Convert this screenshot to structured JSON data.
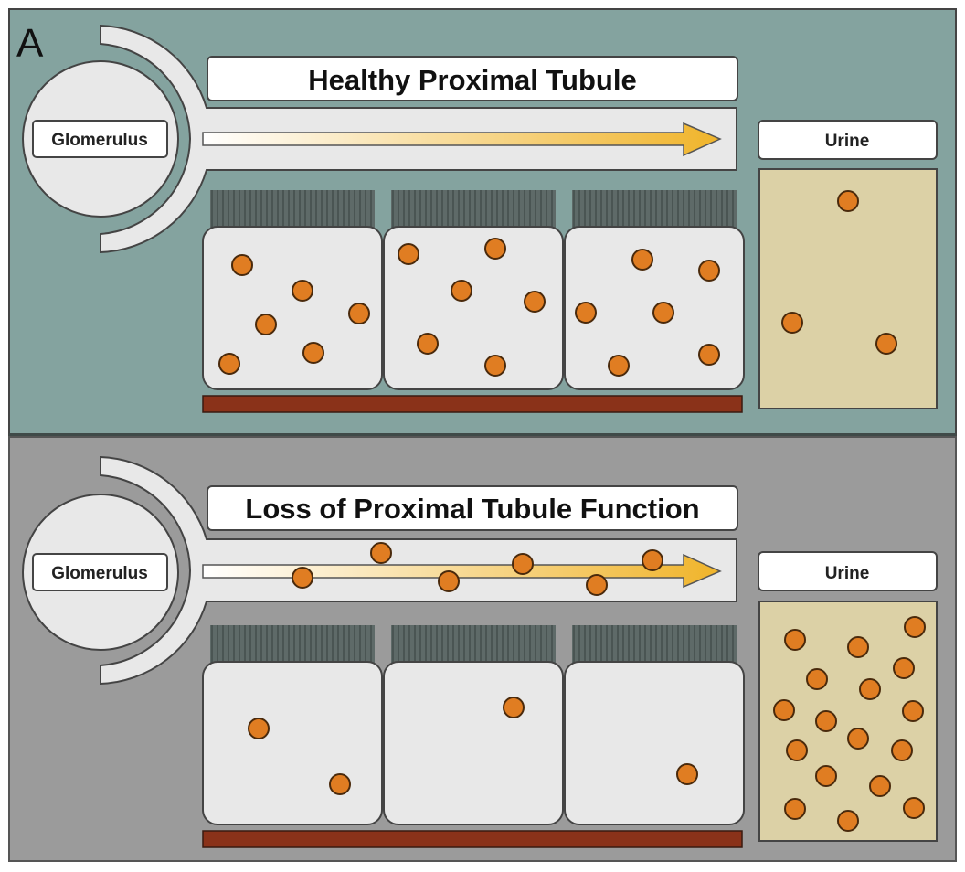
{
  "figure": {
    "panel_label": "A",
    "colors": {
      "healthy_bg": "#84a39f",
      "disease_bg": "#9b9b9b",
      "cell_fill": "#e8e8e8",
      "brush_border": "#4a5553",
      "basement_membrane": "#8a3219",
      "urine_fill": "#dcd1a6",
      "particle_fill": "#e07d22",
      "particle_stroke": "#4a2a0c",
      "arrow_start": "#ffffff",
      "arrow_end": "#f0b42a"
    },
    "panels": [
      {
        "id": "healthy",
        "title": "Healthy Proximal Tubule",
        "glomerulus_label": "Glomerulus",
        "urine_label": "Urine",
        "lumen_particle_count": 0,
        "cell_particle_counts": [
          6,
          6,
          6
        ],
        "urine_particle_count": 3
      },
      {
        "id": "loss",
        "title": "Loss of Proximal Tubule Function",
        "glomerulus_label": "Glomerulus",
        "urine_label": "Urine",
        "lumen_particle_count": 6,
        "cell_particle_counts": [
          2,
          1,
          1
        ],
        "urine_particle_count": 17
      }
    ]
  }
}
